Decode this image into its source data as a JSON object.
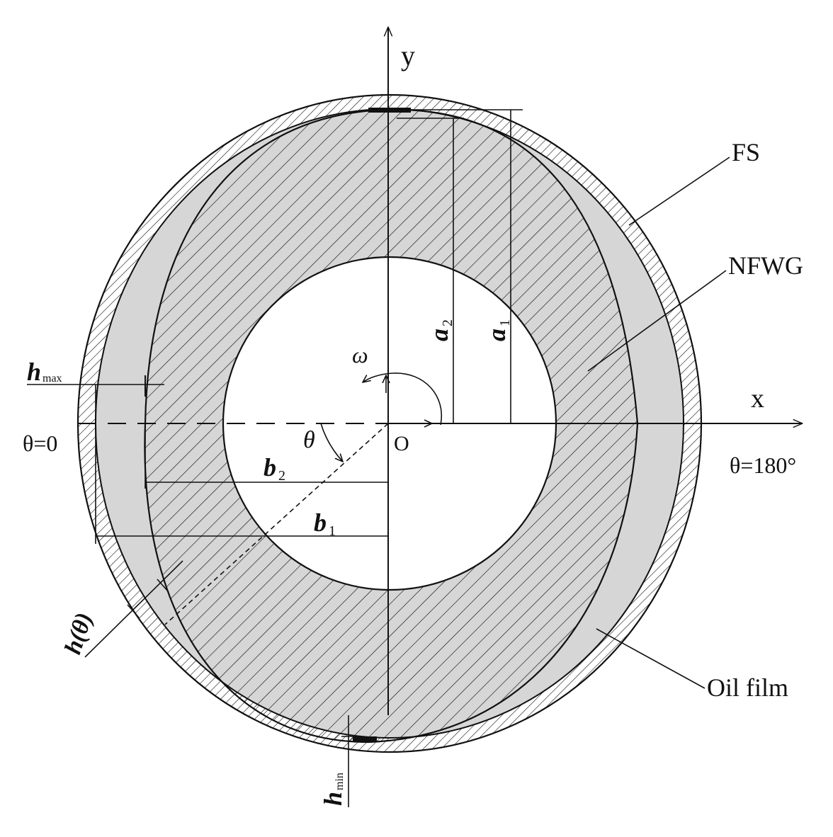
{
  "diagram": {
    "axes": {
      "y_label": "y",
      "x_label": "x",
      "origin_label": "O"
    },
    "angles": {
      "theta_label": "θ",
      "omega_label": "ω",
      "theta_zero": "θ=0",
      "theta_180": "θ=180°"
    },
    "dimensions": {
      "a1_main": "a",
      "a1_sub": "1",
      "a2_main": "a",
      "a2_sub": "2",
      "b1_main": "b",
      "b1_sub": "1",
      "b2_main": "b",
      "b2_sub": "2",
      "h_max_main": "h",
      "h_max_sub": "max",
      "h_min_main": "h",
      "h_min_sub": "min",
      "h_theta": "h(θ)"
    },
    "callouts": {
      "fs": "FS",
      "nfwg": "NFWG",
      "oil_film": "Oil film"
    },
    "colors": {
      "oil_film_fill": "#d6d6d6",
      "line": "#111111",
      "background": "#ffffff"
    }
  }
}
